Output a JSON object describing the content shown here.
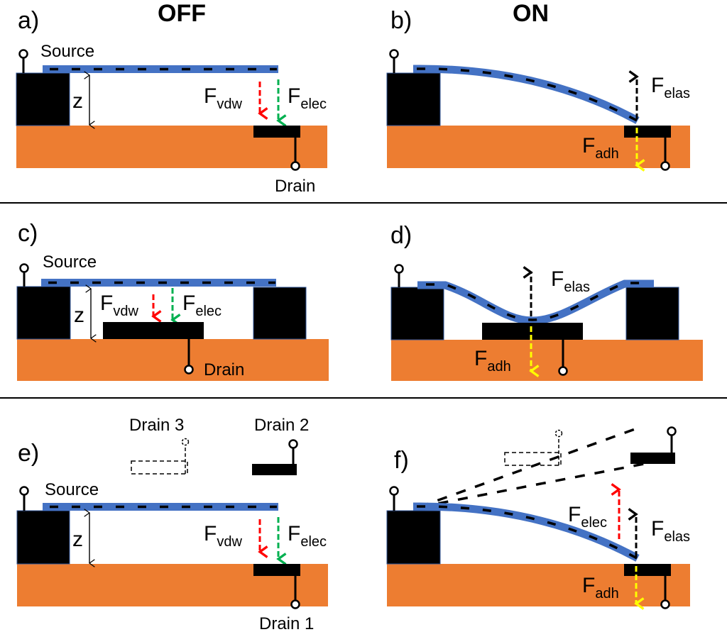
{
  "colors": {
    "substrate": "#ED7D31",
    "beam": "#4472C4",
    "electrode": "#000000",
    "vdw_arrow": "#FF0000",
    "elec_arrow": "#00B050",
    "adh_arrow": "#FFFF00",
    "elas_arrow": "#000000"
  },
  "headers": {
    "off": "OFF",
    "on": "ON"
  },
  "panels": {
    "a": {
      "label": "a)",
      "source": "Source",
      "drain": "Drain",
      "gap": "z",
      "f_vdw_main": "F",
      "f_vdw_sub": "vdw",
      "f_elec_main": "F",
      "f_elec_sub": "elec"
    },
    "b": {
      "label": "b)",
      "f_elas_main": "F",
      "f_elas_sub": "elas",
      "f_adh_main": "F",
      "f_adh_sub": "adh"
    },
    "c": {
      "label": "c)",
      "source": "Source",
      "drain": "Drain",
      "gap": "z",
      "f_vdw_main": "F",
      "f_vdw_sub": "vdw",
      "f_elec_main": "F",
      "f_elec_sub": "elec"
    },
    "d": {
      "label": "d)",
      "f_elas_main": "F",
      "f_elas_sub": "elas",
      "f_adh_main": "F",
      "f_adh_sub": "adh"
    },
    "e": {
      "label": "e)",
      "source": "Source",
      "drain1": "Drain 1",
      "drain2": "Drain 2",
      "drain3": "Drain 3",
      "gap": "z",
      "f_vdw_main": "F",
      "f_vdw_sub": "vdw",
      "f_elec_main": "F",
      "f_elec_sub": "elec"
    },
    "f": {
      "label": "f)",
      "f_elec_main": "F",
      "f_elec_sub": "elec",
      "f_elas_main": "F",
      "f_elas_sub": "elas",
      "f_adh_main": "F",
      "f_adh_sub": "adh"
    }
  }
}
